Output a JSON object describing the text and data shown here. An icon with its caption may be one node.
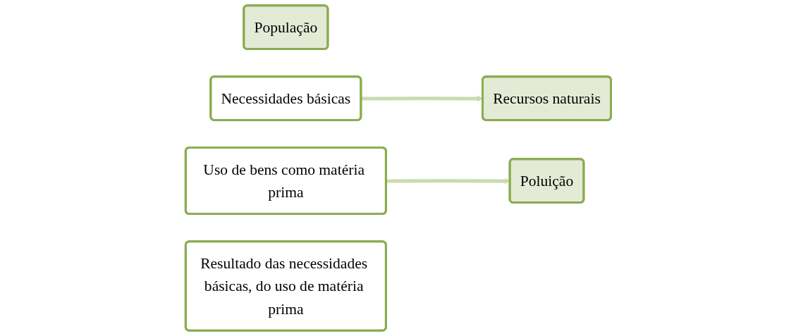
{
  "diagram": {
    "nodes": [
      {
        "text": [
          "População"
        ]
      },
      {
        "text": [
          "Necessidades básicas"
        ]
      },
      {
        "text": [
          "Recursos naturais"
        ]
      },
      {
        "text": [
          "Uso de bens como matéria prima"
        ]
      },
      {
        "text": [
          "Poluição"
        ]
      },
      {
        "text": [
          "Resultado das necessidades básicas, do uso de matéria prima"
        ]
      }
    ],
    "edges": [
      {
        "from": 1,
        "to": 2,
        "arrow": "to"
      },
      {
        "from": 3,
        "to": 4,
        "arrow": "to"
      }
    ]
  }
}
